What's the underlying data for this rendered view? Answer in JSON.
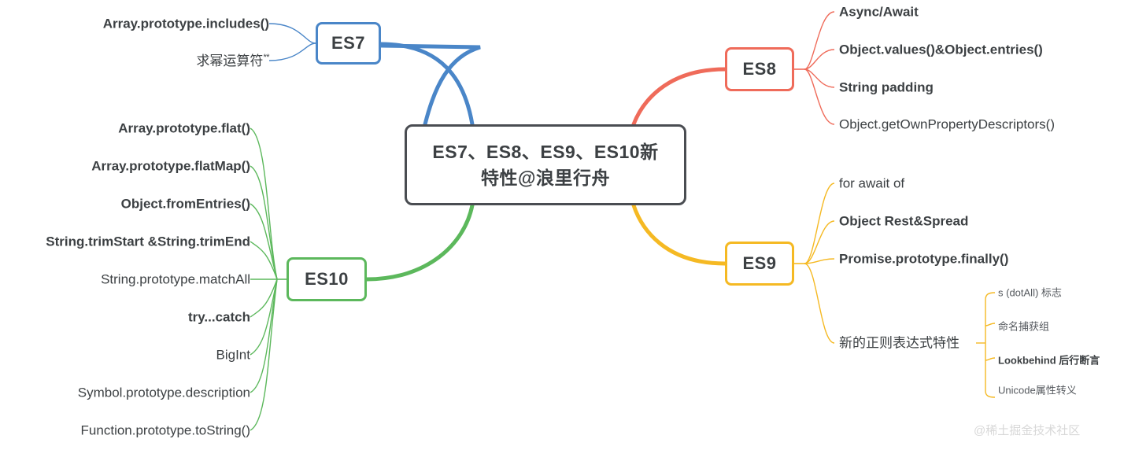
{
  "background": "#ffffff",
  "text_color": "#3c4043",
  "center": {
    "line1": "ES7、ES8、ES9、ES10新",
    "line2": "特性@浪里行舟",
    "border_color": "#4a4d52"
  },
  "branches": [
    {
      "id": "es7",
      "label": "ES7",
      "color": "#4a86c8",
      "side": "left",
      "items": [
        {
          "text": "Array.prototype.includes()",
          "bold": true
        },
        {
          "text": "求幂运算符",
          "suffix": "**",
          "bold": false
        }
      ]
    },
    {
      "id": "es8",
      "label": "ES8",
      "color": "#ef6b5a",
      "side": "right",
      "items": [
        {
          "text": "Async/Await",
          "bold": true
        },
        {
          "text": "Object.values()&Object.entries()",
          "bold": true
        },
        {
          "text": "String padding",
          "bold": true
        },
        {
          "text": "Object.getOwnPropertyDescriptors()",
          "bold": false
        }
      ]
    },
    {
      "id": "es9",
      "label": "ES9",
      "color": "#f5b923",
      "side": "right",
      "items": [
        {
          "text": "for await of",
          "bold": false
        },
        {
          "text": "Object Rest&Spread",
          "bold": true
        },
        {
          "text": "Promise.prototype.finally()",
          "bold": true
        },
        {
          "text": "新的正则表达式特性",
          "bold": false,
          "children": [
            {
              "text": "s (dotAll) 标志",
              "bold": false
            },
            {
              "text": "命名捕获组",
              "bold": false
            },
            {
              "text": "Lookbehind 后行断言",
              "bold": true
            },
            {
              "text": "Unicode属性转义",
              "bold": false
            }
          ]
        }
      ]
    },
    {
      "id": "es10",
      "label": "ES10",
      "color": "#5cb85c",
      "side": "left",
      "items": [
        {
          "text": "Array.prototype.flat()",
          "bold": true
        },
        {
          "text": "Array.prototype.flatMap()",
          "bold": true
        },
        {
          "text": "Object.fromEntries()",
          "bold": true
        },
        {
          "text": "String.trimStart &String.trimEnd",
          "bold": true
        },
        {
          "text": "String.prototype.matchAll",
          "bold": false
        },
        {
          "text": "try...catch",
          "bold": true
        },
        {
          "text": "BigInt",
          "bold": false
        },
        {
          "text": "Symbol.prototype.description",
          "bold": false
        },
        {
          "text": "Function.prototype.toString()",
          "bold": false
        }
      ]
    }
  ],
  "watermark": "@稀土掘金技术社区"
}
